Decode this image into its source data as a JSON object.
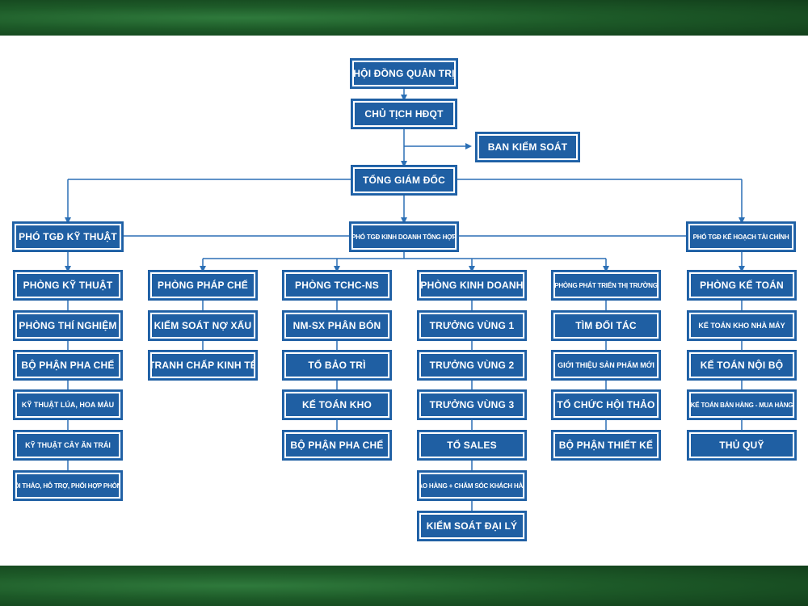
{
  "colors": {
    "band": "#1d5a28",
    "box": "#1f5fa3",
    "line": "#2b6fb5",
    "text": "#ffffff"
  },
  "nodes": {
    "hdqt": "HỘI ĐỒNG QUẢN TRỊ",
    "chu_tich": "CHỦ TỊCH HĐQT",
    "ban_kiem_soat": "BAN KIỂM SOÁT",
    "tong_giam_doc": "TỔNG GIÁM ĐỐC",
    "pho_tgd_ky_thuat": "PHÓ TGĐ KỸ THUẬT",
    "pho_tgd_kinh_doanh": "PHÓ TGĐ KINH DOANH TỔNG HỢP",
    "pho_tgd_tai_chinh": "PHÓ TGĐ KẾ HOẠCH TÀI CHÍNH"
  },
  "columns": [
    {
      "head": "PHÒNG KỸ THUẬT",
      "items": [
        "PHÒNG THÍ NGHIỆM",
        "BỘ PHẬN PHA CHẾ",
        "KỸ THUẬT LÚA, HOA MÀU",
        "KỸ THUẬT CÂY ĂN TRÁI",
        "HỘI THẢO, HỖ TRỢ, PHỐI HỢP PHÒNG"
      ]
    },
    {
      "head": "PHÒNG PHÁP CHẾ",
      "items": [
        "KIỂM SOÁT NỢ XẤU",
        "TRANH CHẤP KINH TẾ"
      ]
    },
    {
      "head": "PHÒNG TCHC-NS",
      "items": [
        "NM-SX PHÂN BÓN",
        "TỔ BẢO TRÌ",
        "KẾ TOÁN KHO",
        "BỘ PHẬN PHA CHẾ"
      ]
    },
    {
      "head": "PHÒNG KINH DOANH",
      "items": [
        "TRƯỞNG VÙNG 1",
        "TRƯỞNG VÙNG 2",
        "TRƯỞNG VÙNG 3",
        "TỔ SALES",
        "GIAO HÀNG + CHĂM SÓC KHÁCH HÀNG",
        "KIỂM SOÁT ĐẠI LÝ"
      ]
    },
    {
      "head": "PHÒNG PHÁT TRIỂN THỊ TRƯỜNG",
      "items": [
        "TÌM ĐỐI TÁC",
        "GIỚI THIỆU SẢN PHẨM MỚI",
        "TỔ CHỨC HỘI THẢO",
        "BỘ PHẬN THIẾT KẾ"
      ]
    },
    {
      "head": "PHÒNG KẾ TOÁN",
      "items": [
        "KẾ TOÁN KHO NHÀ MÁY",
        "KẾ TOÁN NỘI BỘ",
        "KẾ TOÁN BÁN HÀNG - MUA HÀNG",
        "THỦ QUỸ"
      ]
    }
  ]
}
